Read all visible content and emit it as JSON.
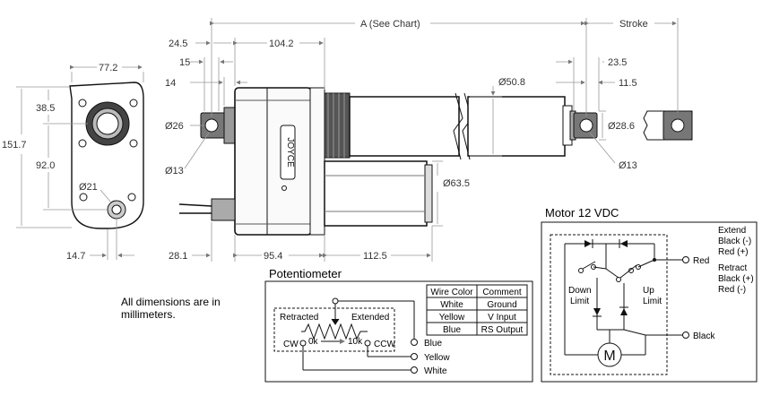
{
  "dimensions": {
    "a_chart": "A (See Chart)",
    "stroke": "Stroke",
    "d24_5": "24.5",
    "d104_2": "104.2",
    "d15": "15",
    "d14": "14",
    "d_o26": "Ø26",
    "d_o13_left": "Ø13",
    "d_o50_8": "Ø50.8",
    "d23_5": "23.5",
    "d11_5": "11.5",
    "d_o28_6": "Ø28.6",
    "d_o13_right": "Ø13",
    "d_o63_5": "Ø63.5",
    "d28_1": "28.1",
    "d95_4": "95.4",
    "d112_5": "112.5",
    "d77_2": "77.2",
    "d38_5": "38.5",
    "d151_7": "151.7",
    "d92_0": "92.0",
    "d_o21": "Ø21",
    "d14_7": "14.7"
  },
  "note": {
    "line1": "All dimensions are in",
    "line2": "millimeters."
  },
  "potentiometer": {
    "title": "Potentiometer",
    "retracted": "Retracted",
    "extended": "Extended",
    "ok": "0k",
    "tenk": "10k",
    "cw": "CW",
    "ccw": "CCW",
    "wires": [
      "Blue",
      "Yellow",
      "White"
    ],
    "table": {
      "headers": [
        "Wire Color",
        "Comment"
      ],
      "rows": [
        [
          "White",
          "Ground"
        ],
        [
          "Yellow",
          "V Input"
        ],
        [
          "Blue",
          "RS Output"
        ]
      ]
    }
  },
  "motor": {
    "title": "Motor 12 VDC",
    "red": "Red",
    "black": "Black",
    "down_limit_1": "Down",
    "down_limit_2": "Limit",
    "up_limit_1": "Up",
    "up_limit_2": "Limit",
    "motor_symbol": "M",
    "extend": [
      "Extend",
      "Black (-)",
      "Red (+)"
    ],
    "retract": [
      "Retract",
      "Black (+)",
      "Red (-)"
    ]
  },
  "logo_text": "JOYCE"
}
